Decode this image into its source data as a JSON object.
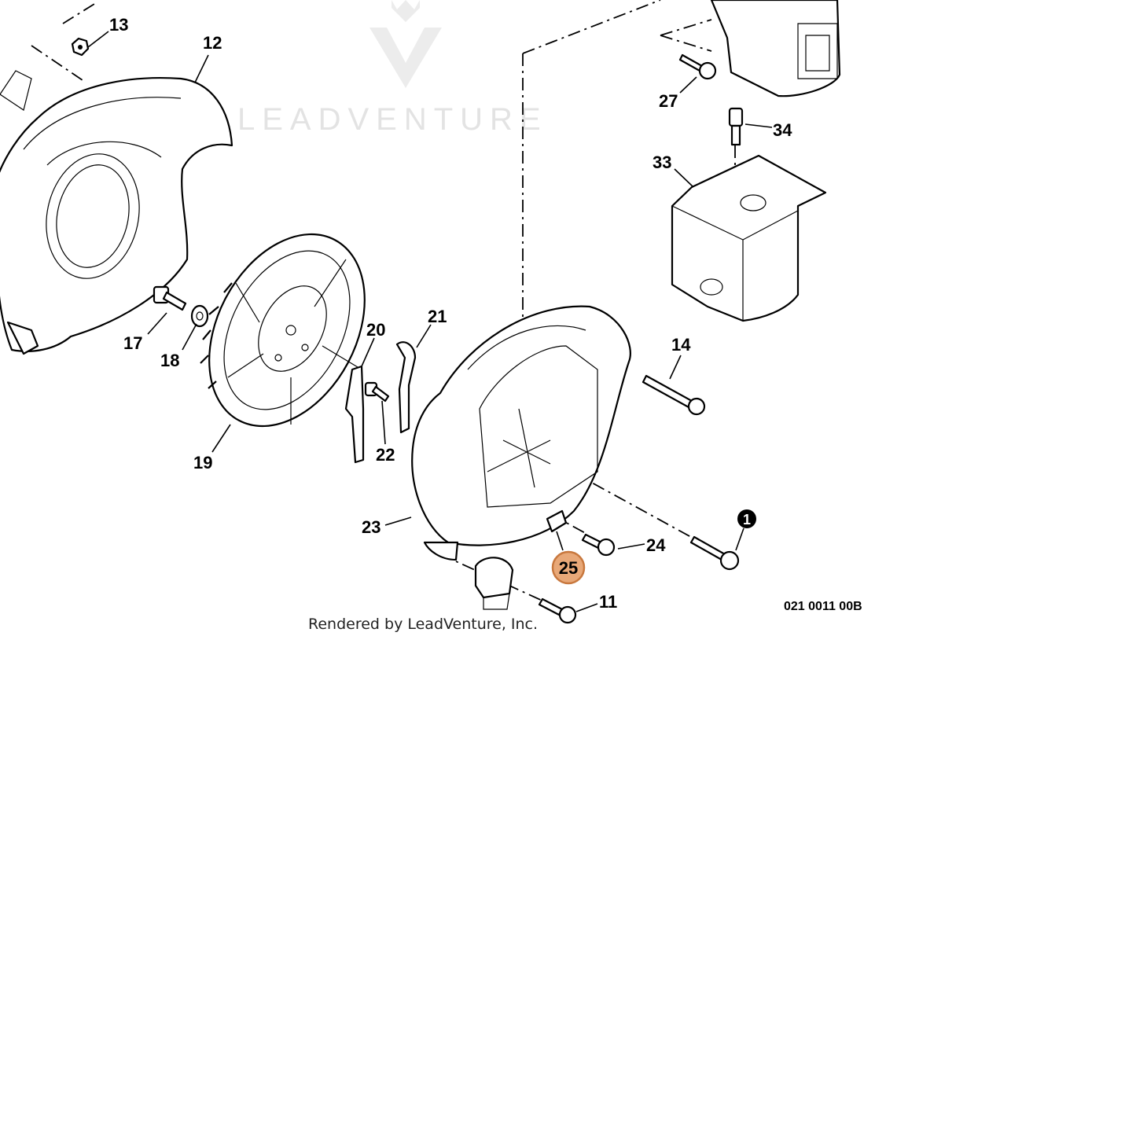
{
  "watermark": {
    "text": "LEADVENTURE"
  },
  "credit": "Rendered by LeadVenture, Inc.",
  "diagram_code": "021 0011 00B",
  "highlight_color": "#e8a878",
  "highlight_stroke": "#c8783e",
  "parts": [
    {
      "id": "13",
      "label": "13"
    },
    {
      "id": "12",
      "label": "12"
    },
    {
      "id": "27",
      "label": "27"
    },
    {
      "id": "34",
      "label": "34"
    },
    {
      "id": "33",
      "label": "33"
    },
    {
      "id": "21",
      "label": "21"
    },
    {
      "id": "20",
      "label": "20"
    },
    {
      "id": "14",
      "label": "14"
    },
    {
      "id": "17",
      "label": "17"
    },
    {
      "id": "18",
      "label": "18"
    },
    {
      "id": "22",
      "label": "22"
    },
    {
      "id": "19",
      "label": "19"
    },
    {
      "id": "23",
      "label": "23"
    },
    {
      "id": "24",
      "label": "24"
    },
    {
      "id": "25",
      "label": "25",
      "highlighted": true
    },
    {
      "id": "11",
      "label": "11"
    },
    {
      "id": "1",
      "label": "1",
      "marker": "black-circle"
    }
  ]
}
